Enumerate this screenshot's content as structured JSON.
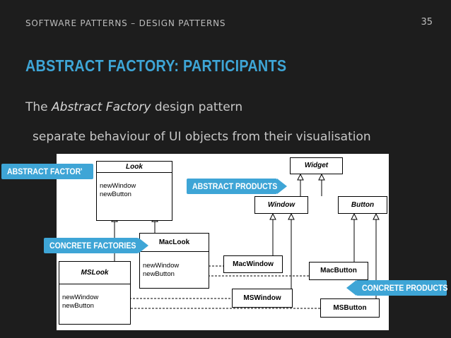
{
  "header": {
    "section": "SOFTWARE PATTERNS – DESIGN PATTERNS",
    "page": "35"
  },
  "title": "ABSTRACT FACTORY: PARTICIPANTS",
  "intro": {
    "prefix": "The ",
    "emph": "Abstract Factory",
    "suffix": " design pattern"
  },
  "subtitle": "separate behaviour of UI objects from their visualisation",
  "diagram": {
    "look": {
      "name": "Look",
      "ops": [
        "newWindow",
        "newButton"
      ]
    },
    "mac_look": {
      "name": "MacLook",
      "ops": [
        "newWindow",
        "newButton"
      ]
    },
    "ms_look": {
      "name": "MSLook",
      "ops": [
        "newWindow",
        "newButton"
      ]
    },
    "widget": "Widget",
    "window": "Window",
    "button": "Button",
    "mac_window": "MacWindow",
    "ms_window": "MSWindow",
    "mac_button": "MacButton",
    "ms_button": "MSButton"
  },
  "callouts": {
    "abstract_factory": "ABSTRACT FACTORY",
    "abstract_products": "ABSTRACT PRODUCTS",
    "concrete_factories": "CONCRETE FACTORIES",
    "concrete_products": "CONCRETE PRODUCTS"
  },
  "colors": {
    "accent": "#3ea5d6",
    "background": "#1d1d1d",
    "text": "#c8c8c8"
  }
}
